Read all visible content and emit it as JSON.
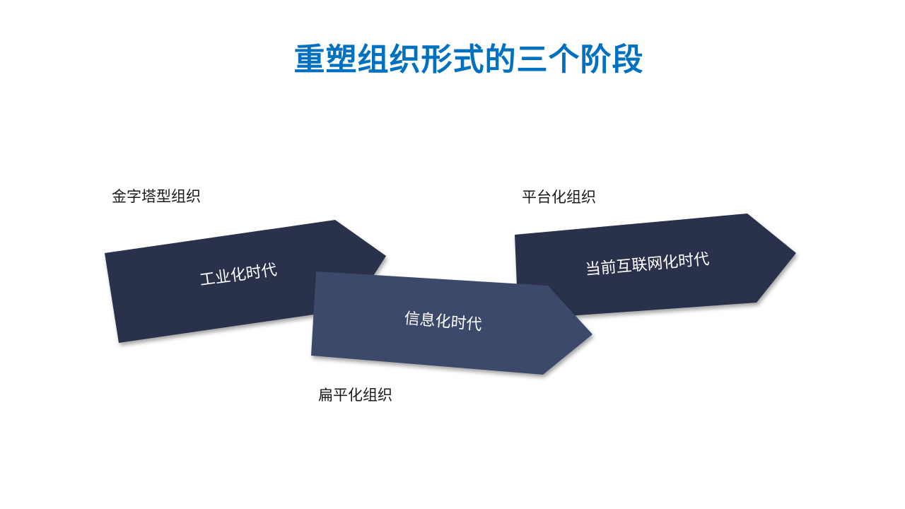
{
  "slide": {
    "title": "重塑组织形式的三个阶段"
  },
  "stages": [
    {
      "label": "工业化时代",
      "caption": "金字塔型组织",
      "color": "#29304c"
    },
    {
      "label": "信息化时代",
      "caption": "扁平化组织",
      "color": "#3e4a6b"
    },
    {
      "label": "当前互联网化时代",
      "caption": "平台化组织",
      "color": "#29304c"
    }
  ]
}
